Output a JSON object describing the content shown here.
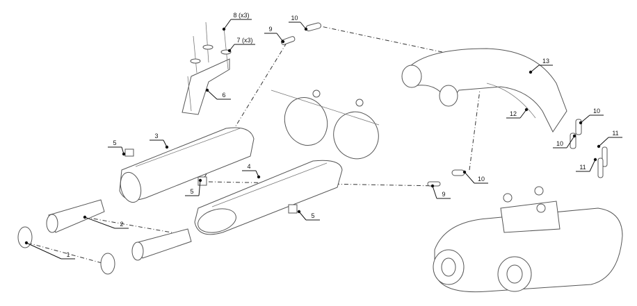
{
  "diagram": {
    "type": "exploded-parts-view",
    "callouts": [
      "8 (x3)",
      "7 (x3)",
      "6",
      "9",
      "10",
      "13",
      "12",
      "10",
      "10",
      "11",
      "11",
      "3",
      "5",
      "4",
      "5",
      "5",
      "2",
      "1",
      "9",
      "10"
    ]
  }
}
